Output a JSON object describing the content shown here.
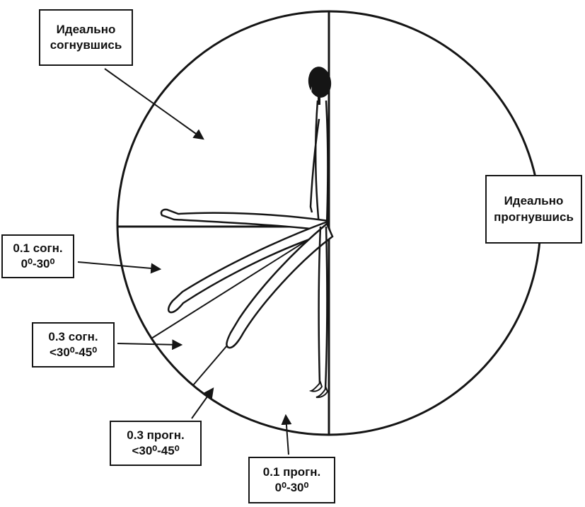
{
  "colors": {
    "ink": "#151515",
    "paper": "#ffffff"
  },
  "labels": {
    "ideal_bent": "Идеально\nсогнувшись",
    "ideal_arched": "Идеально\nпрогнувшись",
    "bent_01": "0.1 согн.\n0⁰-30⁰",
    "bent_03": "0.3 согн.\n<30⁰-45⁰",
    "arched_03": "0.3 прогн.\n<30⁰-45⁰",
    "arched_01": "0.1 прогн.\n0⁰-30⁰"
  }
}
